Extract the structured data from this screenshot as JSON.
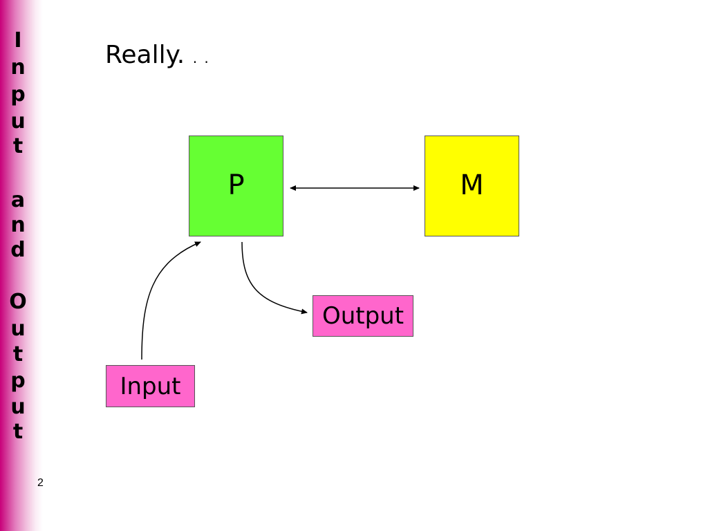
{
  "sidebar": {
    "letters": [
      "I",
      "n",
      "p",
      "u",
      "t",
      "",
      "a",
      "n",
      "d",
      "",
      "O",
      "u",
      "t",
      "p",
      "u",
      "t"
    ],
    "gradient_color": "#c8007a"
  },
  "slide": {
    "title": "Really.",
    "title_suffix": ". .",
    "number": "2"
  },
  "diagram": {
    "nodes": [
      {
        "id": "P",
        "label": "P",
        "fill": "#66ff33"
      },
      {
        "id": "M",
        "label": "M",
        "fill": "#ffff00"
      },
      {
        "id": "output",
        "label": "Output",
        "fill": "#ff66cc"
      },
      {
        "id": "input",
        "label": "Input",
        "fill": "#ff66cc"
      }
    ],
    "edges": [
      {
        "from": "P",
        "to": "M",
        "direction": "both"
      },
      {
        "from": "input",
        "to": "P",
        "direction": "forward"
      },
      {
        "from": "P",
        "to": "output",
        "direction": "forward"
      }
    ]
  }
}
